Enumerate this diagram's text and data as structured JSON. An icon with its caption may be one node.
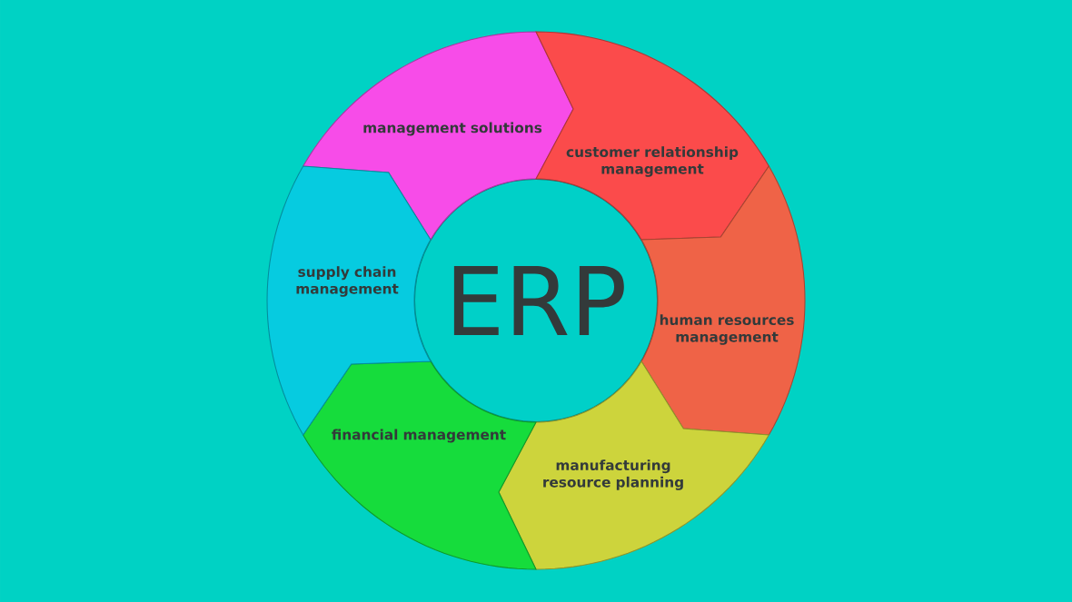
{
  "diagram": {
    "nodes": [
      {
        "text": [
          "ERP"
        ]
      },
      {
        "text": [
          "management solutions"
        ]
      },
      {
        "text": [
          "customer relationship management"
        ]
      },
      {
        "text": [
          "human resources management"
        ]
      },
      {
        "text": [
          "manufacturing resource planning"
        ]
      },
      {
        "text": [
          "financial management"
        ]
      },
      {
        "text": [
          "supply chain management"
        ]
      }
    ]
  }
}
